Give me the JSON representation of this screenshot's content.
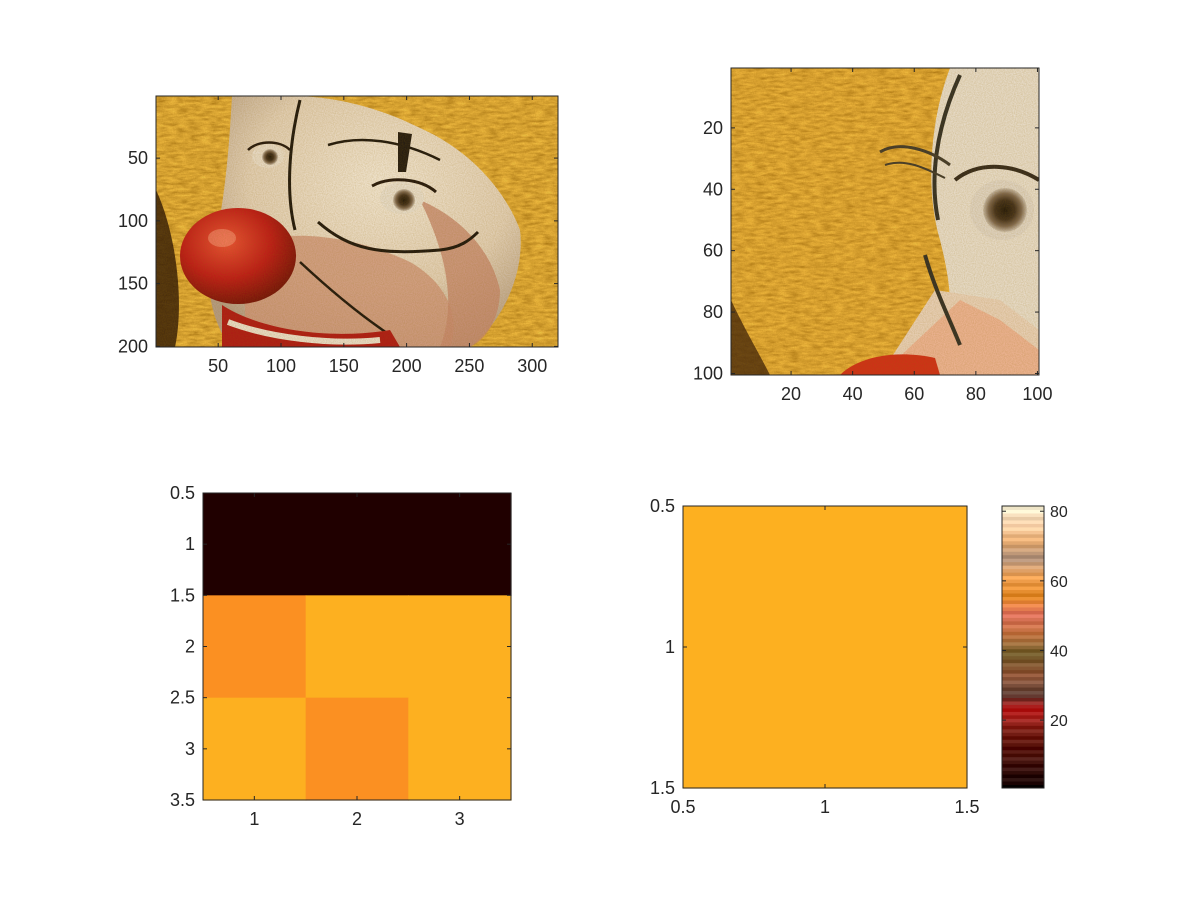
{
  "chart_data": [
    {
      "type": "heatmap",
      "image": "clown",
      "xticks": [
        50,
        100,
        150,
        200,
        250,
        300
      ],
      "yticks": [
        50,
        100,
        150,
        200
      ],
      "xlim": [
        0.5,
        320.5
      ],
      "ylim": [
        0.5,
        200.5
      ],
      "xtick_labels": [
        "50",
        "100",
        "150",
        "200",
        "250",
        "300"
      ],
      "ytick_labels": [
        "50",
        "100",
        "150",
        "200"
      ]
    },
    {
      "type": "heatmap",
      "image": "clown-crop",
      "xticks": [
        20,
        40,
        60,
        80,
        100
      ],
      "yticks": [
        20,
        40,
        60,
        80,
        100
      ],
      "xlim": [
        0.5,
        100.5
      ],
      "ylim": [
        0.5,
        100.5
      ],
      "xtick_labels": [
        "20",
        "40",
        "60",
        "80",
        "100"
      ],
      "ytick_labels": [
        "20",
        "40",
        "60",
        "80",
        "100"
      ]
    },
    {
      "type": "heatmap",
      "rows": 3,
      "cols": 3,
      "cells": [
        [
          "#200000",
          "#200000",
          "#200000"
        ],
        [
          "#fb9022",
          "#fdb020",
          "#fdb020"
        ],
        [
          "#fdb020",
          "#fb9022",
          "#fdb020"
        ]
      ],
      "xticks": [
        1,
        2,
        3
      ],
      "yticks": [
        0.5,
        1,
        1.5,
        2,
        2.5,
        3,
        3.5
      ],
      "xlim": [
        0.5,
        3.5
      ],
      "ylim": [
        0.5,
        3.5
      ],
      "xtick_labels": [
        "1",
        "2",
        "3"
      ],
      "ytick_labels": [
        "0.5",
        "1",
        "1.5",
        "2",
        "2.5",
        "3",
        "3.5"
      ]
    },
    {
      "type": "heatmap",
      "rows": 1,
      "cols": 1,
      "cells": [
        [
          "#fdb020"
        ]
      ],
      "xticks": [
        0.5,
        1,
        1.5
      ],
      "yticks": [
        0.5,
        1,
        1.5
      ],
      "xlim": [
        0.5,
        1.5
      ],
      "ylim": [
        0.5,
        1.5
      ],
      "xtick_labels": [
        "0.5",
        "1",
        "1.5"
      ],
      "ytick_labels": [
        "0.5",
        "1",
        "1.5"
      ],
      "colorbar": {
        "range": [
          0.5,
          81.5
        ],
        "ticks": [
          20,
          40,
          60,
          80
        ],
        "tick_labels": [
          "20",
          "40",
          "60",
          "80"
        ],
        "colormap": "clown-indexed"
      }
    }
  ]
}
